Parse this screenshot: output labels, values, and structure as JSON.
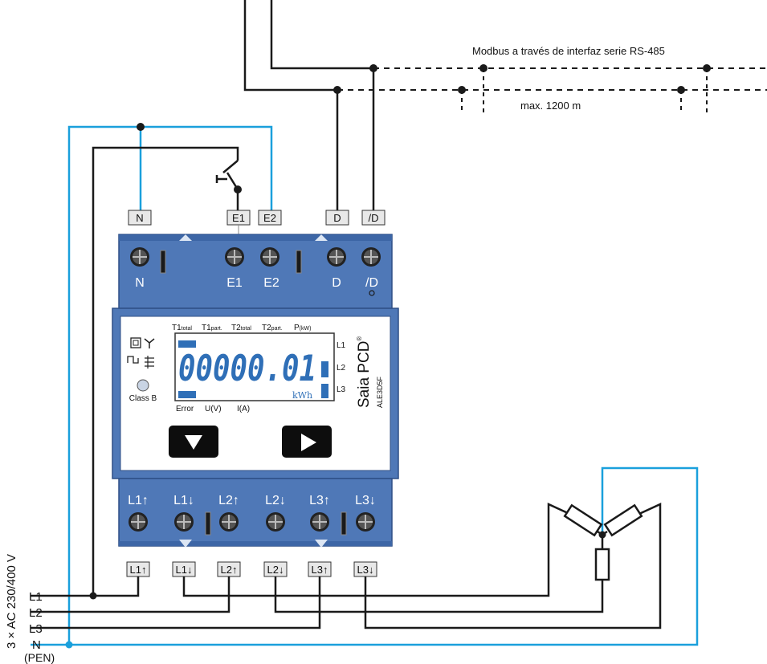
{
  "modbus": {
    "label": "Modbus a través de interfaz serie RS-485",
    "distance": "max. 1200 m"
  },
  "top_terminals": [
    "N",
    "E1",
    "E2",
    "D",
    "/D"
  ],
  "meter_top_labels": [
    "N",
    "E1",
    "E2",
    "D",
    "/D"
  ],
  "display": {
    "tariffs": [
      "T1total",
      "T1part.",
      "T2total",
      "T2part.",
      "P(kW)"
    ],
    "tariff_parts": {
      "t1": "T1",
      "t1_sub": "total",
      "t1p": "T1",
      "t1p_sub": "part.",
      "t2": "T2",
      "t2_sub": "total",
      "t2p": "T2",
      "t2p_sub": "part.",
      "p": "P",
      "p_sub": "(kW)"
    },
    "reading": "00000.01",
    "unit": "kWh",
    "phases": [
      "L1",
      "L2",
      "L3"
    ],
    "bottom_labels": [
      "Error",
      "U(V)",
      "I(A)"
    ],
    "class_label": "Class B"
  },
  "brand": {
    "name": "Saia PCD",
    "reg": "®",
    "model": "ALE3D5F"
  },
  "meter_bottom_labels": [
    "L1↑",
    "L1↓",
    "L2↑",
    "L2↓",
    "L3↑",
    "L3↓"
  ],
  "bottom_terminals": [
    "L1↑",
    "L1↓",
    "L2↑",
    "L2↓",
    "L3↑",
    "L3↓"
  ],
  "supply": {
    "voltage_label": "3 × AC 230/400 V",
    "lines": [
      "L1",
      "L2",
      "L3",
      "N"
    ],
    "pen": "(PEN)"
  },
  "colors": {
    "meter_blue": "#4f78b7",
    "wire_blue": "#1aa0dc",
    "lcd_blue": "#2f6fb7",
    "wire_black": "#1a1a1a"
  },
  "icons": [
    "square-icon",
    "star-connection-icon",
    "pulse-icon",
    "transfer-icon",
    "led-indicator-icon",
    "down-arrow-button",
    "right-arrow-button",
    "load-resistor-icon"
  ]
}
